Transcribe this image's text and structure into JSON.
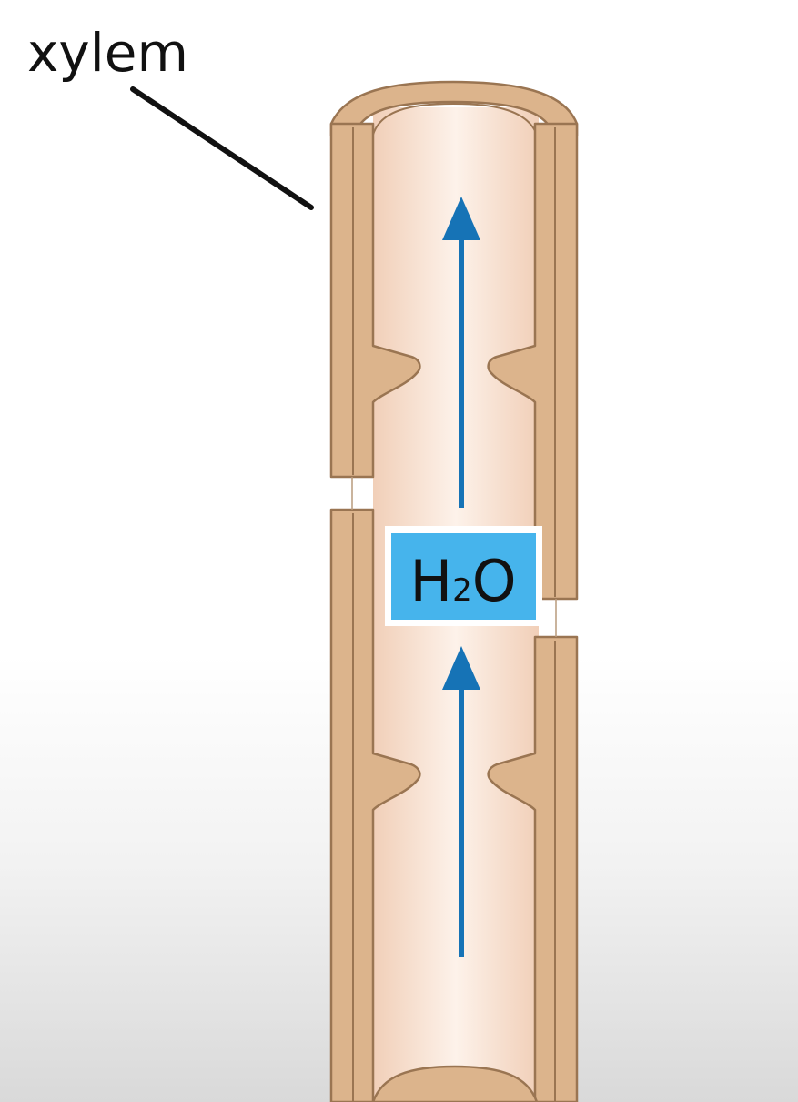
{
  "label": "xylem",
  "box": {
    "main": "H",
    "subscript": "2",
    "suffix": "O"
  },
  "colors": {
    "wall": "#dcb48c",
    "wall_stroke": "#9a7552",
    "lumen": "#f7ddcb",
    "lumen_light": "#fdf3ec",
    "arrow": "#1673b6",
    "box_fill": "#46b4ec",
    "label": "#111111"
  }
}
